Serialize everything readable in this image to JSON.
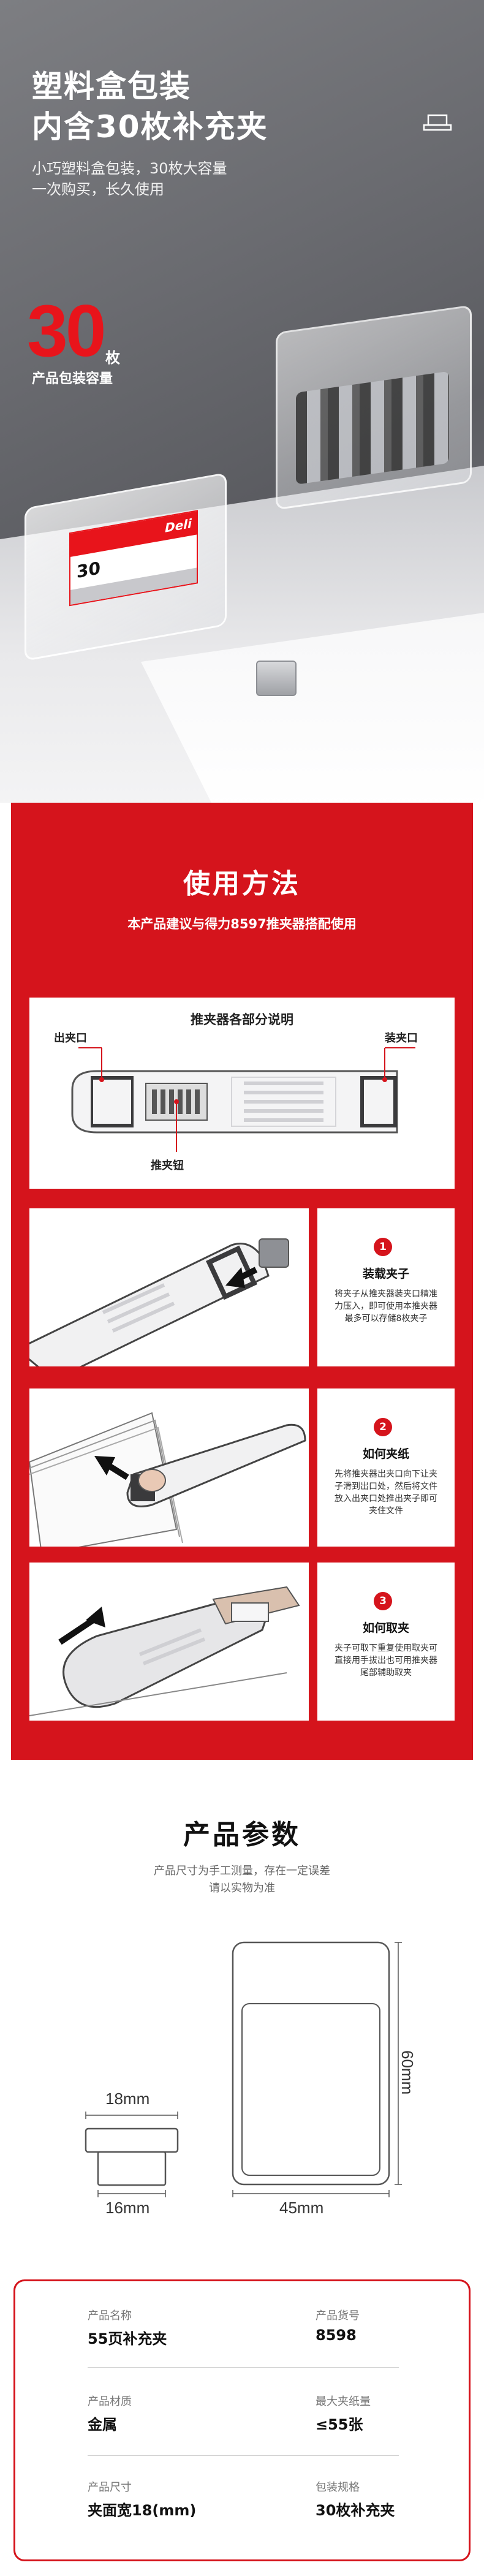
{
  "hero": {
    "title_line1": "塑料盒包装",
    "title_line2": "内含30枚补充夹",
    "subtitle_line1": "小巧塑料盒包装，30枚大容量",
    "subtitle_line2": "一次购买，长久使用",
    "count": "30",
    "count_unit": "枚",
    "count_caption": "产品包装容量",
    "box_brand": "Deli",
    "box_label_number": "30",
    "colors": {
      "accent_red": "#e8141b",
      "bg_gray": "#6a6b70"
    }
  },
  "usage": {
    "title": "使用方法",
    "subtitle": "本产品建议与得力8597推夹器搭配使用",
    "diagram": {
      "title": "推夹器各部分说明",
      "label_outlet": "出夹口",
      "label_loading": "装夹口",
      "label_push_button": "推夹钮"
    },
    "steps": [
      {
        "number": "1",
        "title": "装载夹子",
        "body": "将夹子从推夹器装夹口精准力压入，即可使用本推夹器最多可以存储8枚夹子"
      },
      {
        "number": "2",
        "title": "如何夹纸",
        "body": "先将推夹器出夹口向下让夹子滑到出口处，然后将文件放入出夹口处推出夹子即可夹住文件"
      },
      {
        "number": "3",
        "title": "如何取夹",
        "body": "夹子可取下重复使用取夹可直接用手拔出也可用推夹器尾部辅助取夹"
      }
    ],
    "colors": {
      "panel_red": "#d5141c"
    }
  },
  "params": {
    "title": "产品参数",
    "note_line1": "产品尺寸为手工测量，存在一定误差",
    "note_line2": "请以实物为准",
    "dims": {
      "clip_top": "18mm",
      "clip_bottom": "16mm",
      "box_width": "45mm",
      "box_height": "60mm"
    }
  },
  "spec": {
    "rows": [
      [
        {
          "label": "产品名称",
          "value": "55页补充夹"
        },
        {
          "label": "产品货号",
          "value": "8598"
        }
      ],
      [
        {
          "label": "产品材质",
          "value": "金属"
        },
        {
          "label": "最大夹纸量",
          "value": "≤55张"
        }
      ],
      [
        {
          "label": "产品尺寸",
          "value": "夹面宽18(mm)"
        },
        {
          "label": "包装规格",
          "value": "30枚补充夹"
        }
      ]
    ]
  }
}
